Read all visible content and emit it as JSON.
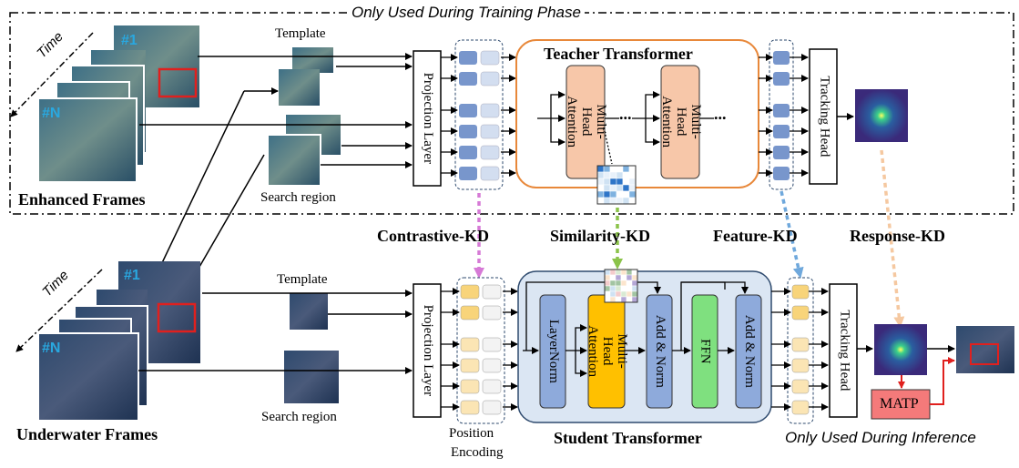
{
  "top_banner": "Only Used During Training Phase",
  "bottom_banner": "Only Used During Inference",
  "teacher": {
    "frames_label": "Enhanced Frames",
    "time_label": "Time",
    "frame_first": "#1",
    "frame_last": "#N",
    "template_label": "Template",
    "search_label": "Search region",
    "projection_label": "Projection Layer",
    "transformer_title": "Teacher Transformer",
    "attention_label": "Multi-Head Attention",
    "ellipsis": "...",
    "head_label": "Tracking Head"
  },
  "distill": {
    "contrastive": "Contrastive-KD",
    "similarity": "Similarity-KD",
    "feature": "Feature-KD",
    "response": "Response-KD"
  },
  "student": {
    "frames_label": "Underwater Frames",
    "time_label": "Time",
    "frame_first": "#1",
    "frame_last": "#N",
    "template_label": "Template",
    "search_label": "Search region",
    "projection_label": "Projection Layer",
    "position_label_1": "Position",
    "position_label_2": "Encoding",
    "transformer_title": "Student Transformer",
    "layernorm_label": "LayerNorm",
    "attention_label": "Multi-Head Attention",
    "addnorm_label": "Add & Norm",
    "ffn_label": "FFN",
    "head_label": "Tracking Head",
    "matp_label": "MATP"
  },
  "colors": {
    "teacher_token": "#7896cc",
    "teacher_token_light": "#d3def0",
    "student_token": "#f8d47a",
    "student_token_light": "#f3f3f3",
    "attention_teacher": "#f7c7a9",
    "attention_student": "#ffc000",
    "layernorm": "#8eaadb",
    "ffn": "#7fe07f",
    "matp": "#f47a7a",
    "teacher_frame": "#e8883a",
    "student_frame": "#dbe6f3",
    "contrastive_arrow": "#d67ad6",
    "similarity_arrow": "#8bc34a",
    "feature_arrow": "#6fa8dc",
    "response_arrow": "#f5c8a0"
  }
}
